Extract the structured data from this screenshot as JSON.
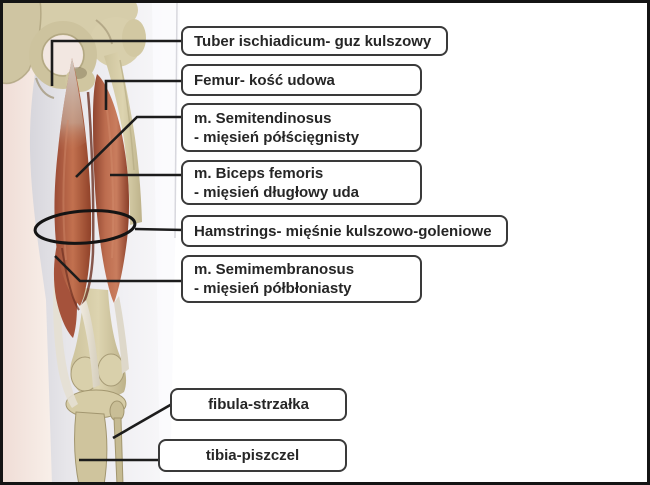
{
  "diagram": {
    "subject": "posterior thigh anatomy with hamstring muscles",
    "language": "Polish/Latin"
  },
  "labels": [
    {
      "id": "tuber-ischiadicum",
      "line1": "Tuber ischiadicum- guz kulszowy"
    },
    {
      "id": "femur",
      "line1": "Femur- kość udowa"
    },
    {
      "id": "semitendinosus",
      "line1": "m. Semitendinosus",
      "line2": "- mięsień półścięgnisty"
    },
    {
      "id": "biceps-femoris",
      "line1": "m. Biceps femoris",
      "line2": "- mięsień długłowy uda"
    },
    {
      "id": "hamstrings",
      "line1": "Hamstrings- mięśnie kulszowo-goleniowe"
    },
    {
      "id": "semimembranosus",
      "line1": "m. Semimembranosus",
      "line2": "- mięsień półbłoniasty"
    },
    {
      "id": "fibula",
      "line1": "fibula-strzałka"
    },
    {
      "id": "tibia",
      "line1": "tibia-piszczel"
    }
  ],
  "colors": {
    "background": "#ffffff",
    "frame_border": "#141414",
    "label_border": "#3a3a3a",
    "label_text": "#262626",
    "leader_line": "#1c1c1c",
    "muscle_red": "#b35a42",
    "muscle_dark": "#6d3122",
    "muscle_highlight": "#cc8266",
    "bone_cream": "#d5cba6",
    "bone_shadow": "#a2966f",
    "tendon_pale": "#e6e1d6",
    "silhouette_gray": "#e6e5ea",
    "skin_pink": "#f2e3dc"
  }
}
